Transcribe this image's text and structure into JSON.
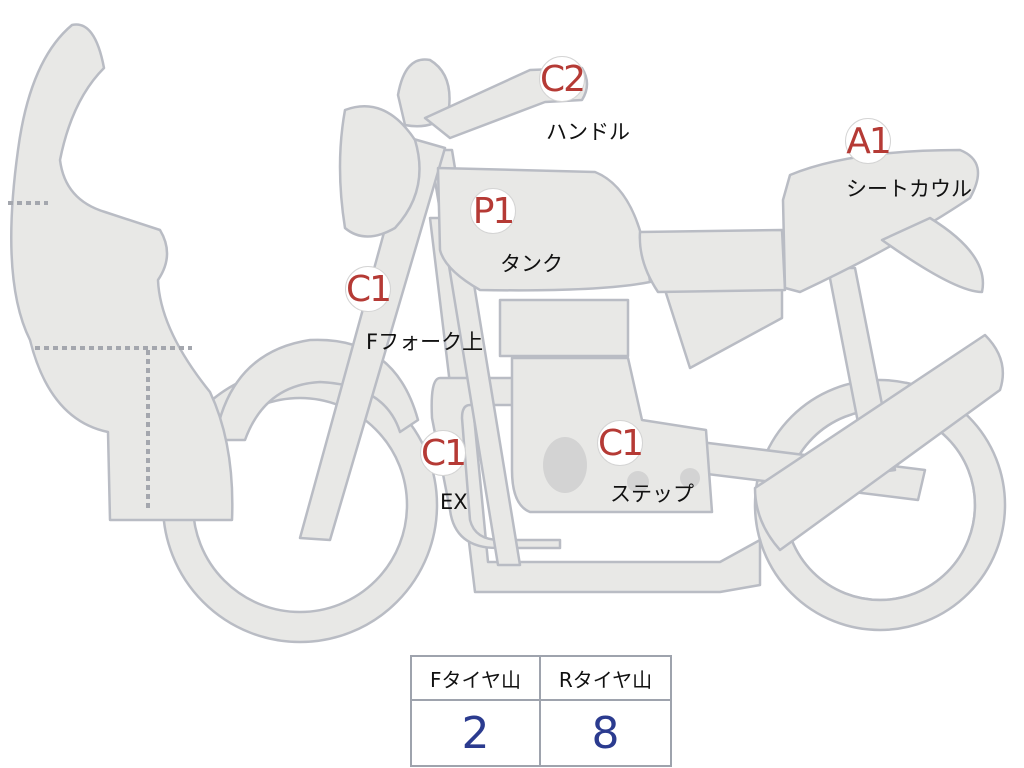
{
  "markers": [
    {
      "id": "c2-handle",
      "grade": "C2",
      "label": "ハンドル"
    },
    {
      "id": "a1-seat-cowl",
      "grade": "A1",
      "label": "シートカウル"
    },
    {
      "id": "p1-tank",
      "grade": "P1",
      "label": "タンク"
    },
    {
      "id": "c1-fork-upper",
      "grade": "C1",
      "label": "Fフォーク上"
    },
    {
      "id": "c1-exhaust",
      "grade": "C1",
      "label": "EX"
    },
    {
      "id": "c1-step",
      "grade": "C1",
      "label": "ステップ"
    }
  ],
  "tread_table": {
    "front": {
      "header": "Fタイヤ山",
      "value": "2"
    },
    "rear": {
      "header": "Rタイヤ山",
      "value": "8"
    }
  },
  "colors": {
    "part_fill": "#e8e8e6",
    "part_outline": "#b9bcc4",
    "grade_text": "#b53a35",
    "value_text": "#2b3b8f"
  }
}
